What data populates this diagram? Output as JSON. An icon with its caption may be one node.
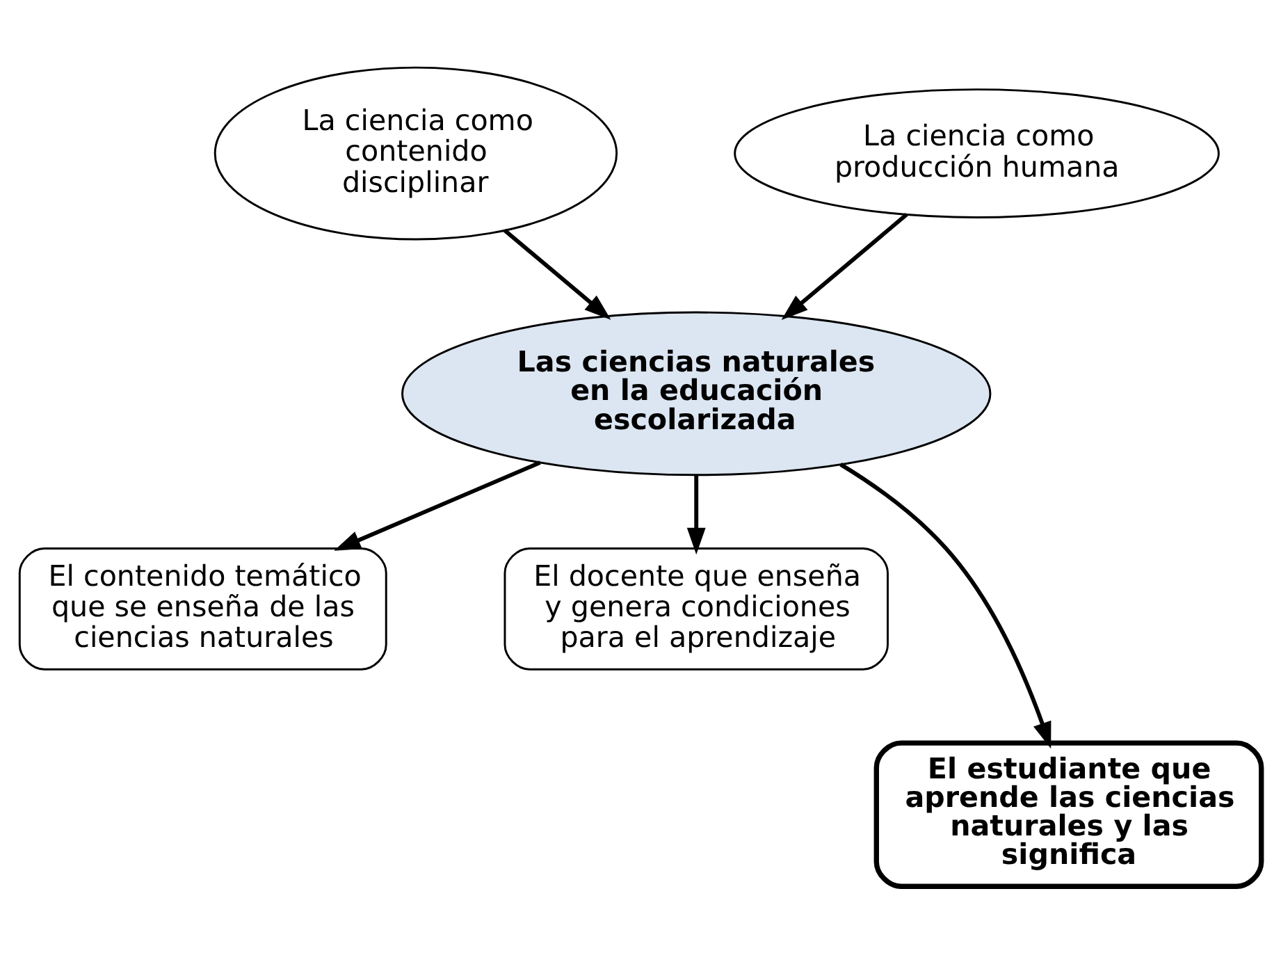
{
  "diagram": {
    "nodes": [
      {
        "text": [
          "La ciencia como contenido disciplinar"
        ]
      },
      {
        "text": [
          "La ciencia como producción humana"
        ]
      },
      {
        "text": [
          "Las ciencias naturales en la educación escolarizada"
        ]
      },
      {
        "text": [
          "El contenido temático que se enseña de las ciencias naturales"
        ]
      },
      {
        "text": [
          "El docente que enseña y genera condiciones para el aprendizaje"
        ]
      },
      {
        "text": [
          "El estudiante que aprende las ciencias naturales y las significa"
        ]
      }
    ],
    "edges": [
      {
        "from": 0,
        "to": 2,
        "arrow": "to"
      },
      {
        "from": 1,
        "to": 2,
        "arrow": "to"
      },
      {
        "from": 2,
        "to": 3,
        "arrow": "to"
      },
      {
        "from": 2,
        "to": 4,
        "arrow": "to"
      },
      {
        "from": 2,
        "to": 5,
        "arrow": "to"
      }
    ]
  }
}
